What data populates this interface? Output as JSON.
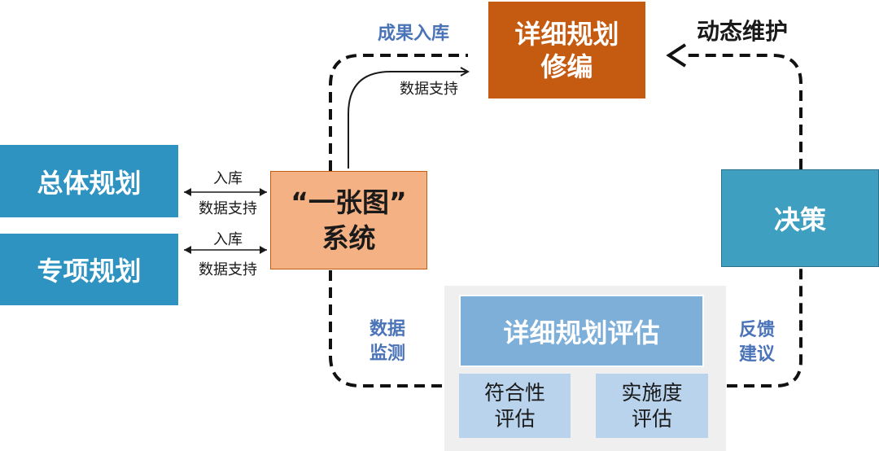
{
  "boxes": {
    "general_plan": "总体规划",
    "special_plan": "专项规划",
    "one_map_system": "“一张图”\n系统",
    "detail_plan_revision": "详细规划\n修编",
    "decision": "决策",
    "detail_plan_eval": "详细规划评估",
    "conformity_eval": "符合性\n评估",
    "implementation_eval": "实施度\n评估"
  },
  "labels": {
    "results_storage": "成果入库",
    "data_support_top": "数据支持",
    "dynamic_maintenance": "动态维护",
    "data_monitoring": "数据\n监测",
    "feedback_suggestion": "反馈\n建议",
    "general_storage": "入库",
    "general_data_support": "数据支持",
    "special_storage": "入库",
    "special_data_support": "数据支持"
  },
  "colors": {
    "blue_box": "#2e93c0",
    "orange_box": "#c55a11",
    "peach_box": "#f4b183",
    "teal_box": "#3f9fc0",
    "eval_title": "#7eafd8",
    "eval_sub": "#b9d3ec",
    "label_blue": "#4a73b8"
  }
}
